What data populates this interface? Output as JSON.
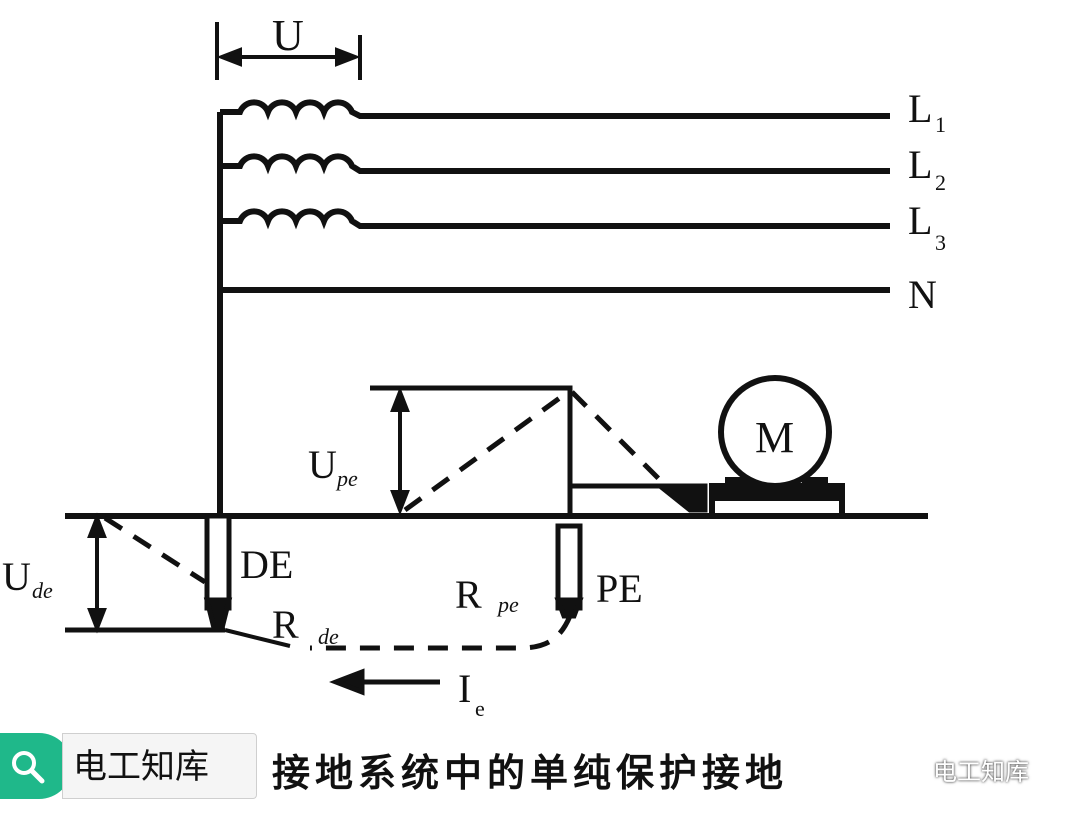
{
  "diagram": {
    "voltage_top": "U",
    "phase_labels": [
      {
        "main": "L",
        "sub": "1"
      },
      {
        "main": "L",
        "sub": "2"
      },
      {
        "main": "L",
        "sub": "3"
      }
    ],
    "neutral_label": "N",
    "motor_label": "M",
    "upe_label": {
      "main": "U",
      "sub": "pe"
    },
    "ude_label": {
      "main": "U",
      "sub": "de"
    },
    "de_label": "DE",
    "pe_label": "PE",
    "rde_label": {
      "main": "R",
      "sub": "de"
    },
    "rpe_label": {
      "main": "R",
      "sub": "pe"
    },
    "ie_label": {
      "main": "I",
      "sub": "e"
    }
  },
  "footer": {
    "source_label": "电工知库",
    "caption": "接地系统中的单纯保护接地",
    "watermark": "电工知库",
    "search_icon": "search-icon",
    "watermark_icon": "wechat-icon",
    "badge_color": "#1fb88a"
  }
}
